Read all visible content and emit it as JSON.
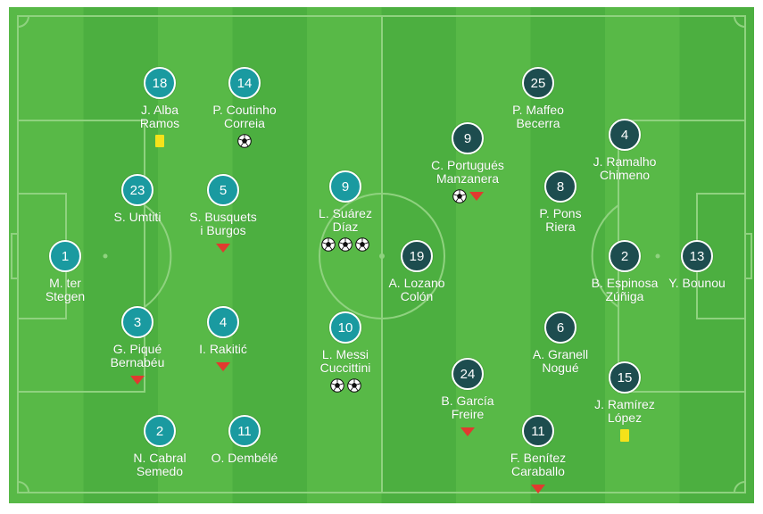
{
  "colors": {
    "pitch_light": "#58b947",
    "pitch_dark": "#4caf40",
    "lines": "#8fd27f",
    "home_circle": "#1a9aa0",
    "away_circle": "#1d4d4f",
    "yellow_card": "#f5e21a",
    "sub_off_arrow": "#e03a2f"
  },
  "home": {
    "players": [
      {
        "number": "1",
        "name1": "M. ter",
        "name2": "Stegen",
        "events": []
      },
      {
        "number": "18",
        "name1": "J. Alba",
        "name2": "Ramos",
        "events": [
          "yellow-card"
        ]
      },
      {
        "number": "23",
        "name1": "S. Umtiti",
        "name2": "",
        "events": []
      },
      {
        "number": "3",
        "name1": "G. Piqué",
        "name2": "Bernabéu",
        "events": [
          "sub-off"
        ]
      },
      {
        "number": "2",
        "name1": "N. Cabral",
        "name2": "Semedo",
        "events": []
      },
      {
        "number": "14",
        "name1": "P. Coutinho",
        "name2": "Correia",
        "events": [
          "goal"
        ]
      },
      {
        "number": "5",
        "name1": "S. Busquets",
        "name2": "i Burgos",
        "events": [
          "sub-off"
        ]
      },
      {
        "number": "4",
        "name1": "I. Rakitić",
        "name2": "",
        "events": [
          "sub-off"
        ]
      },
      {
        "number": "11",
        "name1": "O. Dembélé",
        "name2": "",
        "events": []
      },
      {
        "number": "9",
        "name1": "L. Suárez",
        "name2": "Díaz",
        "events": [
          "goal",
          "goal",
          "goal"
        ]
      },
      {
        "number": "10",
        "name1": "L. Messi",
        "name2": "Cuccittini",
        "events": [
          "goal",
          "goal"
        ]
      }
    ]
  },
  "away": {
    "players": [
      {
        "number": "13",
        "name1": "Y. Bounou",
        "name2": "",
        "events": []
      },
      {
        "number": "2",
        "name1": "B. Espinosa",
        "name2": "Zúñiga",
        "events": []
      },
      {
        "number": "4",
        "name1": "J. Ramalho",
        "name2": "Chimeno",
        "events": []
      },
      {
        "number": "15",
        "name1": "J. Ramírez",
        "name2": "López",
        "events": [
          "yellow-card"
        ]
      },
      {
        "number": "25",
        "name1": "P. Maffeo",
        "name2": "Becerra",
        "events": []
      },
      {
        "number": "8",
        "name1": "P. Pons",
        "name2": "Riera",
        "events": []
      },
      {
        "number": "6",
        "name1": "A. Granell",
        "name2": "Nogué",
        "events": []
      },
      {
        "number": "11",
        "name1": "F. Benítez",
        "name2": "Caraballo",
        "events": [
          "sub-off"
        ]
      },
      {
        "number": "9",
        "name1": "C. Portugués",
        "name2": "Manzanera",
        "events": [
          "goal",
          "sub-off"
        ]
      },
      {
        "number": "24",
        "name1": "B. García",
        "name2": "Freire",
        "events": [
          "sub-off"
        ]
      },
      {
        "number": "19",
        "name1": "A. Lozano",
        "name2": "Colón",
        "events": []
      }
    ]
  }
}
